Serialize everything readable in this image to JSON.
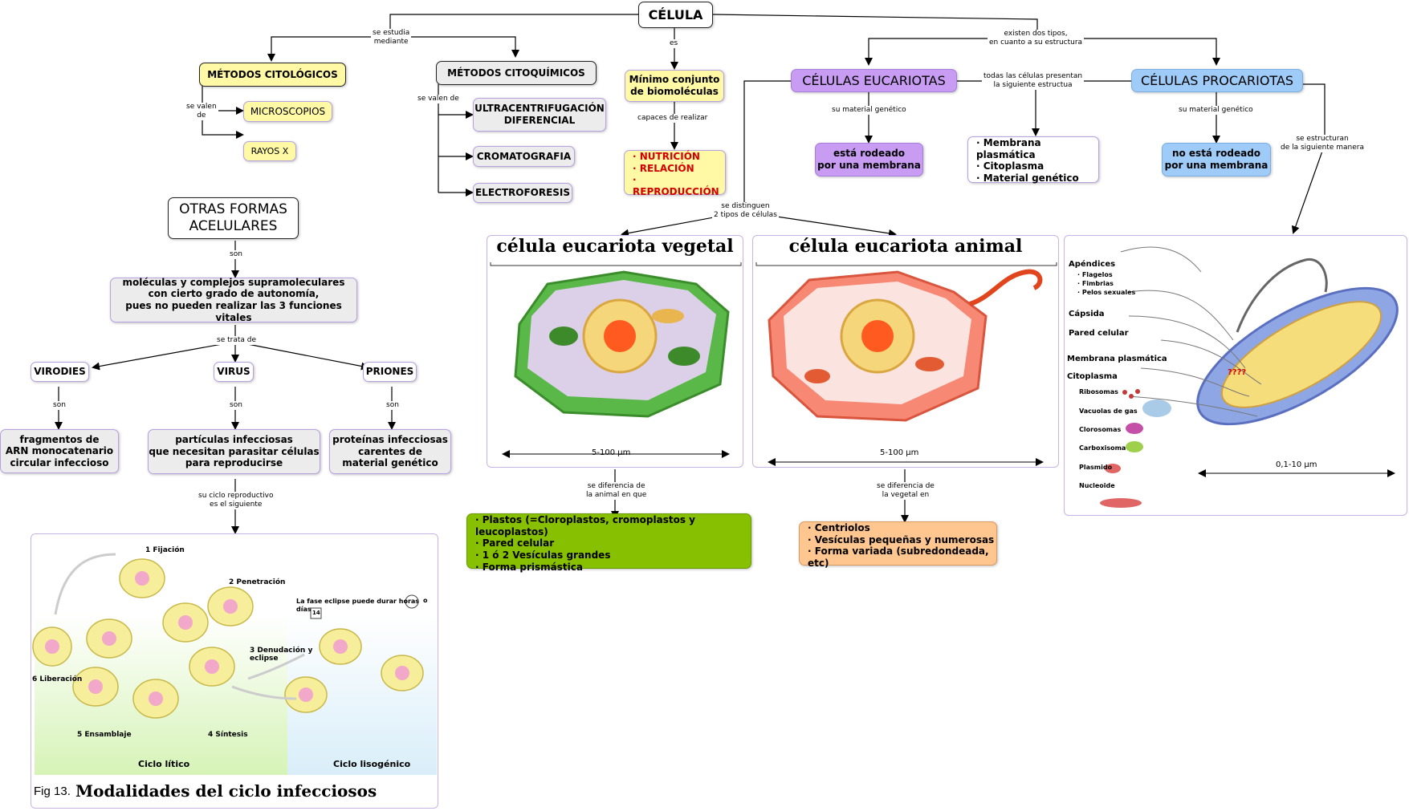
{
  "colors": {
    "yellow": "#fff9a6",
    "gray": "#ececec",
    "purple": "#c79cf2",
    "blue": "#9ecbf7",
    "green": "#86c000",
    "orange": "#ffc690",
    "purple_border": "#b7a2e0",
    "text_red": "#d40000"
  },
  "root": "CÉLULA",
  "links": {
    "se_estudia": "se estudia\nmediante",
    "es": "es",
    "existen": "existen dos tipos,\nen cuanto a su estructura",
    "se_valen_de_1": "se valen\nde",
    "se_valen_de_2": "se valen de",
    "capaces": "capaces de realizar",
    "material1": "su material genético",
    "material2": "su material genético",
    "todas": "todas las células presentan\nla siguiente estructua",
    "estructuran": "se estructuran\nde la siguiente manera",
    "distinguen": "se distinguen\n2 tipos de células",
    "dif_animal": "se diferencia de\nla animal en que",
    "dif_vegetal": "se diferencia de\nla vegetal en",
    "son": "son",
    "se_trata": "se trata de",
    "son1": "son",
    "son2": "son",
    "son3": "son",
    "ciclo": "su ciclo reproductivo\nes el siguiente"
  },
  "nodes": {
    "metodos_cito": "MÉTODOS CITOLÓGICOS",
    "microscopios": "MICROSCOPIOS",
    "rayos": "RAYOS X",
    "metodos_quim": "MÉTODOS CITOQUÍMICOS",
    "ultra": "ULTRACENTRIFUGACIÓN\nDIFERENCIAL",
    "croma": "CROMATOGRAFIA",
    "electro": "ELECTROFORESIS",
    "minimo": "Mínimo conjunto\nde biomoléculas",
    "funciones": [
      "NUTRICIÓN",
      "RELACIÓN",
      "REPRODUCCIÓN"
    ],
    "eucariotas": "CÉLULAS EUCARIOTAS",
    "procariotas": "CÉLULAS PROCARIOTAS",
    "rodeado": "está rodeado\npor una membrana",
    "no_rodeado": "no está rodeado\npor una membrana",
    "estructura": [
      "Membrana plasmática",
      "Citoplasma",
      "Material genético"
    ],
    "otras": "OTRAS FORMAS\nACELULARES",
    "moleculas": "moléculas y complejos supramoleculares\ncon cierto grado de autonomía,\npues no pueden realizar las 3 funciones vitales",
    "viroides": "VIRODIES",
    "virus": "VIRUS",
    "priones": "PRIONES",
    "frag": "fragmentos de\nARN monocatenario\ncircular infeccioso",
    "particulas": "partículas infecciosas\nque necesitan parasitar células\npara reproducirse",
    "proteinas": "proteínas infecciosas\ncarentes de\nmaterial genético",
    "vegetal_list": [
      "Plastos (=Cloroplastos, cromoplastos y leucoplastos)",
      "Pared celular",
      "1 ó 2 Vesículas grandes",
      "Forma prismástica"
    ],
    "animal_list": [
      "Centriolos",
      "Vesículas pequeñas y numerosas",
      "Forma variada (subredondeada, etc)"
    ]
  },
  "vegetal_panel": {
    "title": "célula eucariota vegetal",
    "scale": "5-100 µm"
  },
  "animal_panel": {
    "title": "célula eucariota animal",
    "scale": "5-100 µm"
  },
  "bacteria_panel": {
    "scale": "0,1-10 µm",
    "labels": [
      "Apéndices",
      "Cápsida",
      "Pared celular",
      "Membrana plasmática",
      "Citoplasma"
    ],
    "sublabels": [
      "· Flagelos",
      "· Fimbrias",
      "· Pelos sexuales"
    ],
    "cyto_items": [
      "Ribosomas",
      "Vacuolas de gas",
      "Clorosomas",
      "Carboxisoma",
      "Plasmido",
      "Nucleoide"
    ],
    "unknown": "????"
  },
  "virus_panel": {
    "steps": [
      "1 Fijación",
      "2 Penetración",
      "3 Denudación y\neclipse",
      "4 Síntesis",
      "5 Ensamblaje",
      "6 Liberación"
    ],
    "eclipse": "La fase eclipse puede durar horas\ndías",
    "o": "o",
    "calendar": "14",
    "litico": "Ciclo lítico",
    "lisogenico": "Ciclo lisogénico",
    "fig_num": "Fig 13.",
    "fig_title": "Modalidades del ciclo infecciosos"
  }
}
